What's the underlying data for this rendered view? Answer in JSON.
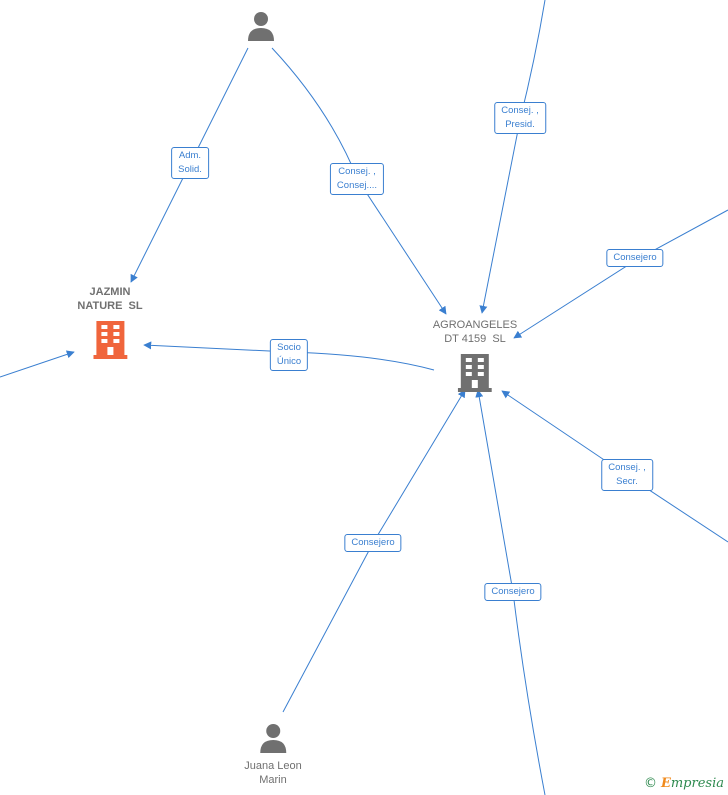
{
  "colors": {
    "edge": "#3a7fd0",
    "company_main": "#f0653c",
    "company_other": "#707070",
    "person": "#707070",
    "watermark_green": "#2e8a4f",
    "watermark_orange": "#f08a1c"
  },
  "nodes": {
    "jazmin": {
      "label": "JAZMIN\nNATURE  SL",
      "icon": "building-icon"
    },
    "agroangeles": {
      "label": "AGROANGELES\nDT 4159  SL",
      "icon": "building-icon"
    },
    "person_top": {
      "label": "",
      "icon": "person-icon"
    },
    "juana": {
      "label": "Juana Leon\nMarin",
      "icon": "person-icon"
    }
  },
  "edges": {
    "adm_solid": "Adm.\nSolid.",
    "consej_consej": "Consej. ,\nConsej....",
    "consej_presid": "Consej. ,\nPresid.",
    "consejero_right": "Consejero",
    "socio_unico": "Socio\nÚnico",
    "consej_secr": "Consej. ,\nSecr.",
    "consejero_juana": "Consejero",
    "consejero_bottom": "Consejero"
  },
  "watermark": {
    "symbol": "©",
    "initial": "E",
    "rest": "mpresia"
  }
}
